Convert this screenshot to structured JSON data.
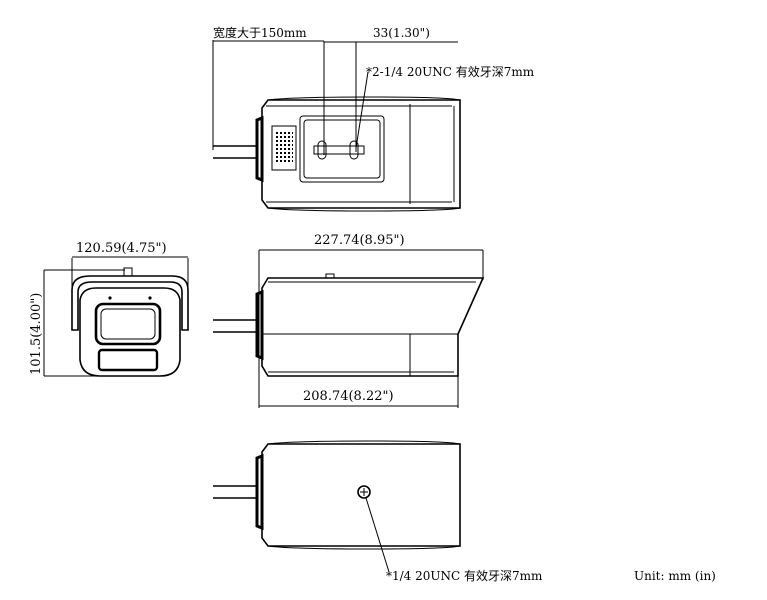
{
  "top_view": {
    "cable_clearance": "宽度大于150mm",
    "mount_spacing": "33(1.30\")",
    "mount_thread": "*2-1/4 20UNC 有效牙深7mm"
  },
  "front_view": {
    "width": "120.59(4.75\")",
    "height": "101.5(4.00\")"
  },
  "side_view": {
    "total_length": "227.74(8.95\")",
    "body_length": "208.74(8.22\")"
  },
  "bottom_view": {
    "mount_thread": "*1/4 20UNC 有效牙深7mm"
  },
  "unit_note": "Unit: mm (in)"
}
